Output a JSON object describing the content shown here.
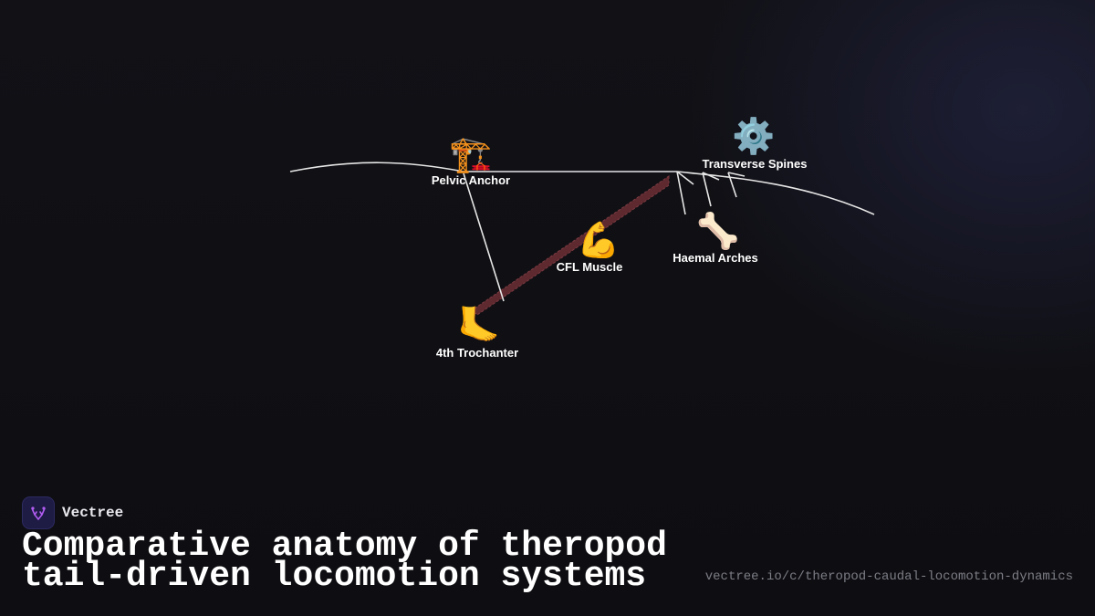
{
  "diagram": {
    "nodes": [
      {
        "id": "pelvic-anchor",
        "label": "Pelvic Anchor",
        "icon": "construction-crane-icon"
      },
      {
        "id": "transverse-spines",
        "label": "Transverse Spines",
        "icon": "gear-icon"
      },
      {
        "id": "cfl-muscle",
        "label": "CFL Muscle",
        "icon": "flexed-biceps-icon"
      },
      {
        "id": "haemal-arches",
        "label": "Haemal Arches",
        "icon": "bone-icon"
      },
      {
        "id": "fourth-trochanter",
        "label": "4th Trochanter",
        "icon": "foot-icon"
      }
    ],
    "colors": {
      "line": "#e6e6e6",
      "muscle_fill": "#5e2a30",
      "muscle_stroke": "#7a3a40"
    }
  },
  "brand": {
    "name": "Vectree",
    "logo_color": "#b15cf0"
  },
  "title": "Comparative anatomy of theropod tail-driven locomotion systems",
  "url": "vectree.io/c/theropod-caudal-locomotion-dynamics"
}
